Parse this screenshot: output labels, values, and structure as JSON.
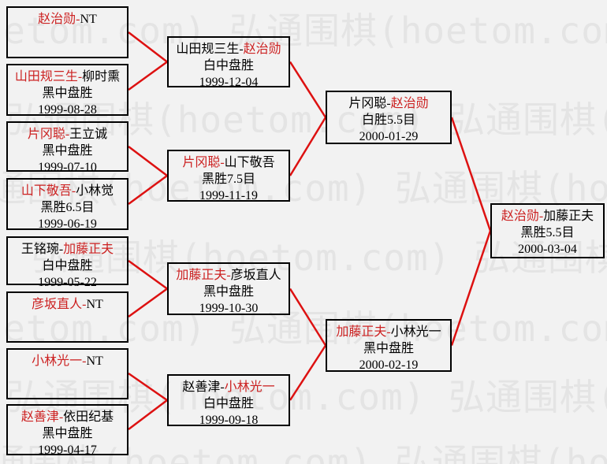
{
  "watermark": {
    "text": "弘通围棋(hoetom.com)",
    "color": "#e4e4e4"
  },
  "separator": "-",
  "colors": {
    "background": "#f2f2f2",
    "winner_name": "#cc2222",
    "loser_name": "#000000",
    "connector_line": "#dd1111",
    "box_border": "#000000"
  },
  "bracket": {
    "rounds": [
      {
        "name": "round-1",
        "matches": [
          {
            "p1": "赵治勋",
            "p2": "NT",
            "winner": 1,
            "result": "",
            "date": ""
          },
          {
            "p1": "山田规三生",
            "p2": "柳时熏",
            "winner": 1,
            "result": "黑中盘胜",
            "date": "1999-08-28"
          },
          {
            "p1": "片冈聪",
            "p2": "王立诚",
            "winner": 1,
            "result": "黑中盘胜",
            "date": "1999-07-10"
          },
          {
            "p1": "山下敬吾",
            "p2": "小林觉",
            "winner": 1,
            "result": "黑胜6.5目",
            "date": "1999-06-19"
          },
          {
            "p1": "王铭琬",
            "p2": "加藤正夫",
            "winner": 2,
            "result": "白中盘胜",
            "date": "1999-05-22"
          },
          {
            "p1": "彦坂直人",
            "p2": "NT",
            "winner": 1,
            "result": "",
            "date": ""
          },
          {
            "p1": "小林光一",
            "p2": "NT",
            "winner": 1,
            "result": "",
            "date": ""
          },
          {
            "p1": "赵善津",
            "p2": "依田纪基",
            "winner": 1,
            "result": "黑中盘胜",
            "date": "1999-04-17"
          }
        ]
      },
      {
        "name": "round-2",
        "matches": [
          {
            "p1": "山田规三生",
            "p2": "赵治勋",
            "winner": 2,
            "result": "白中盘胜",
            "date": "1999-12-04"
          },
          {
            "p1": "片冈聪",
            "p2": "山下敬吾",
            "winner": 1,
            "result": "黑胜7.5目",
            "date": "1999-11-19"
          },
          {
            "p1": "加藤正夫",
            "p2": "彦坂直人",
            "winner": 1,
            "result": "黑中盘胜",
            "date": "1999-10-30"
          },
          {
            "p1": "赵善津",
            "p2": "小林光一",
            "winner": 2,
            "result": "白中盘胜",
            "date": "1999-09-18"
          }
        ]
      },
      {
        "name": "semifinals",
        "matches": [
          {
            "p1": "片冈聪",
            "p2": "赵治勋",
            "winner": 2,
            "result": "白胜5.5目",
            "date": "2000-01-29"
          },
          {
            "p1": "加藤正夫",
            "p2": "小林光一",
            "winner": 1,
            "result": "黑中盘胜",
            "date": "2000-02-19"
          }
        ]
      },
      {
        "name": "final",
        "matches": [
          {
            "p1": "赵治勋",
            "p2": "加藤正夫",
            "winner": 1,
            "result": "黑胜5.5目",
            "date": "2000-03-04"
          }
        ]
      }
    ]
  }
}
